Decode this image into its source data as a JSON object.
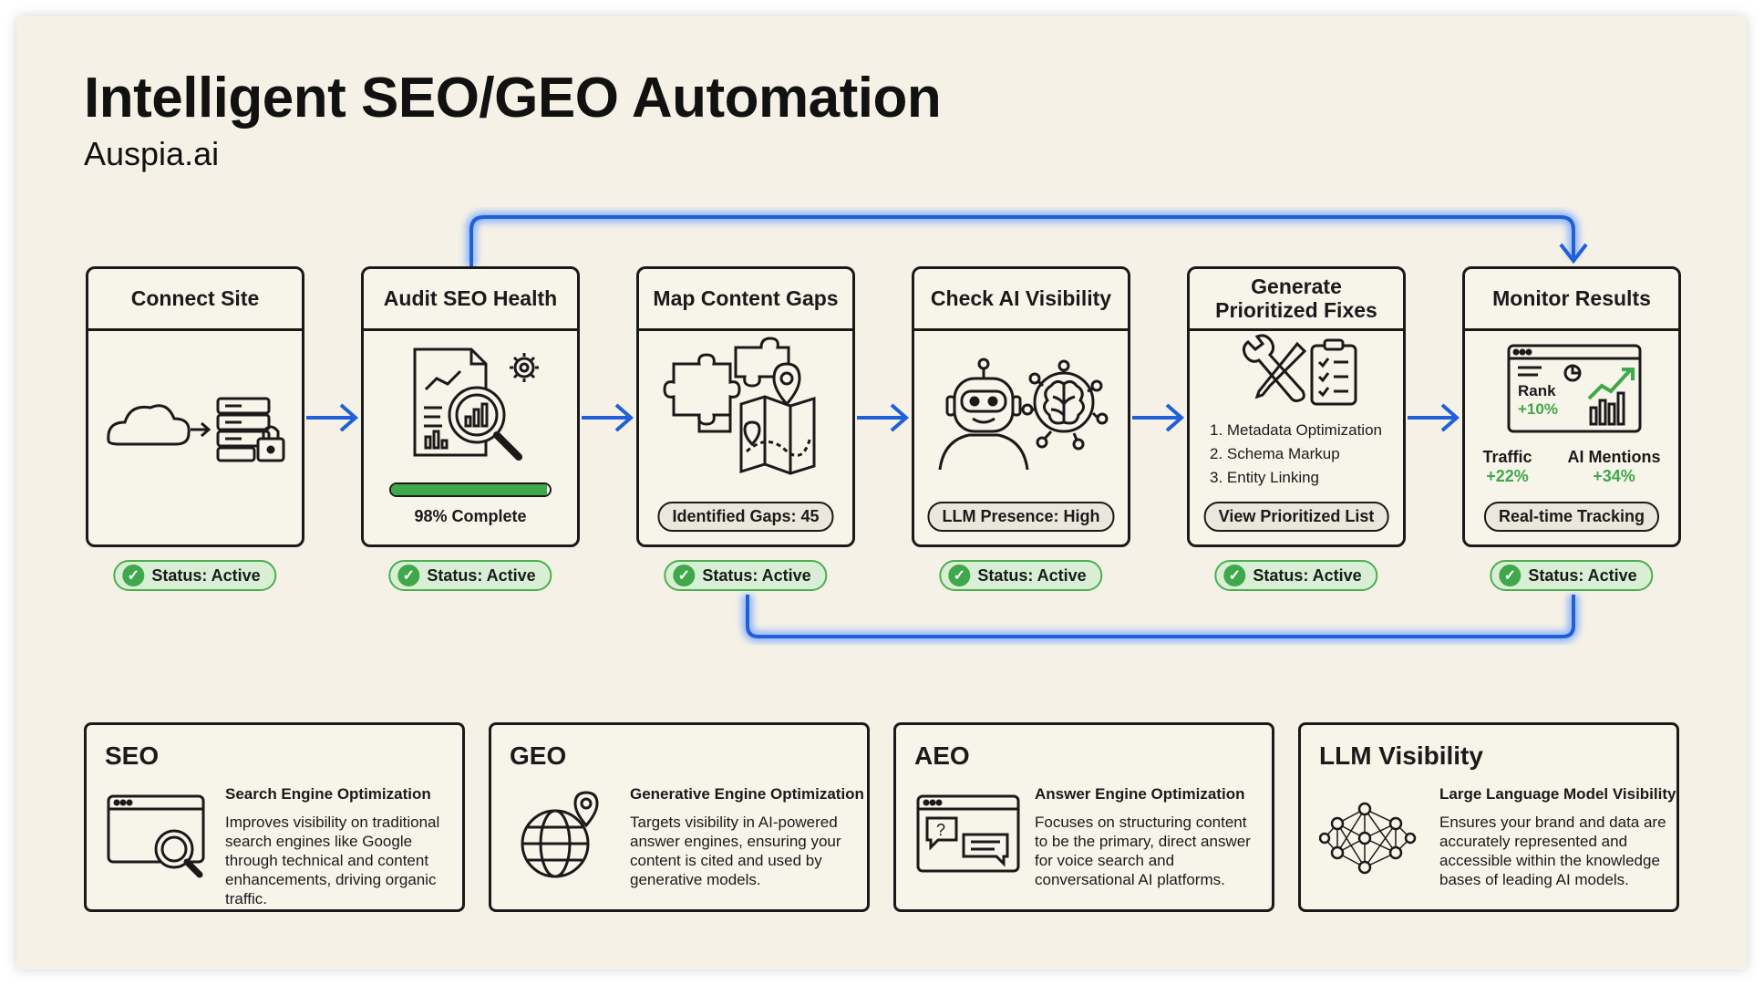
{
  "header": {
    "title": "Intelligent SEO/GEO Automation",
    "subtitle": "Auspia.ai"
  },
  "colors": {
    "accent": "#1f5fd8",
    "success": "#3ea84a",
    "paper": "#f5f1e6"
  },
  "steps": [
    {
      "title": "Connect Site",
      "icon": "cloud-to-secure-server-icon",
      "status": "Status: Active"
    },
    {
      "title": "Audit SEO Health",
      "icon": "report-magnifier-icon",
      "progress_label": "98% Complete",
      "progress_fraction": 0.98,
      "status": "Status: Active"
    },
    {
      "title": "Map Content Gaps",
      "icon": "puzzle-map-icon",
      "badge": "Identified Gaps: 45",
      "status": "Status: Active"
    },
    {
      "title": "Check AI Visibility",
      "icon": "robot-brain-icon",
      "badge": "LLM Presence: High",
      "status": "Status: Active"
    },
    {
      "title": "Generate Prioritized Fixes",
      "icon": "tools-checklist-icon",
      "fixes": [
        "1. Metadata Optimization",
        "2. Schema Markup",
        "3. Entity Linking"
      ],
      "button": "View Prioritized List",
      "status": "Status: Active"
    },
    {
      "title": "Monitor Results",
      "icon": "dashboard-chart-icon",
      "rank_label": "Rank",
      "rank_value": "+10%",
      "stats": [
        {
          "label": "Traffic",
          "value": "+22%"
        },
        {
          "label": "AI Mentions",
          "value": "+34%"
        }
      ],
      "button": "Real-time Tracking",
      "status": "Status: Active"
    }
  ],
  "cards": [
    {
      "title": "SEO",
      "subtitle": "Search Engine Optimization",
      "description": "Improves visibility on traditional search engines like Google through technical and content enhancements, driving organic traffic.",
      "icon": "browser-search-icon"
    },
    {
      "title": "GEO",
      "subtitle": "Generative Engine Optimization",
      "description": "Targets visibility in AI-powered answer engines, ensuring your content is cited and used by generative models.",
      "icon": "globe-pin-icon"
    },
    {
      "title": "AEO",
      "subtitle": "Answer Engine Optimization",
      "description": "Focuses on structuring content to be the primary, direct answer for voice search and conversational AI platforms.",
      "icon": "browser-chat-icon"
    },
    {
      "title": "LLM Visibility",
      "subtitle": "Large Language Model Visibility",
      "description": "Ensures your brand and data are accurately represented and accessible within the knowledge bases of leading AI models.",
      "icon": "neural-network-icon"
    }
  ]
}
